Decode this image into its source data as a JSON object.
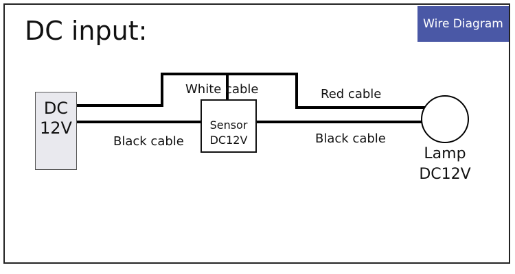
{
  "title": "DC input:",
  "tag": "Wire Diagram",
  "power_source": {
    "line1": "DC",
    "line2": "12V"
  },
  "sensor": {
    "line1": "Sensor",
    "line2": "DC12V"
  },
  "lamp": {
    "line1": "Lamp",
    "line2": "DC12V"
  },
  "cables": {
    "white": "White cable",
    "red": "Red cable",
    "black_left": "Black cable",
    "black_right": "Black cable"
  },
  "colors": {
    "tag_bg": "#4a58a6",
    "wire": "#000000"
  }
}
